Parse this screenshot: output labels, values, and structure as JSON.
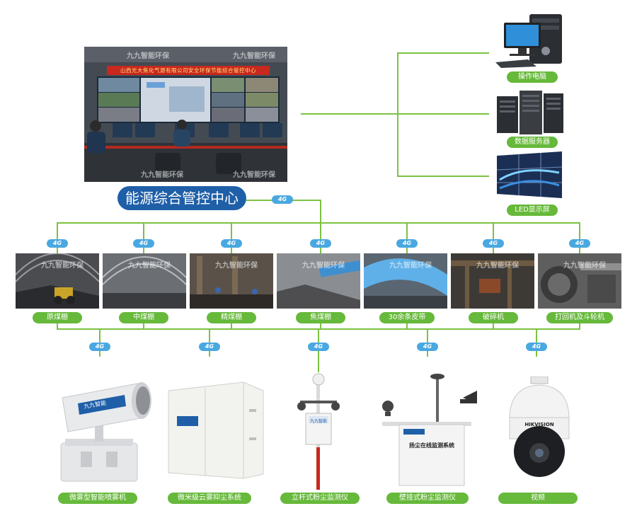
{
  "center": {
    "title": "能源综合管控中心",
    "banner": "山西光大焦化气源有限公司安全环保节能综合管控中心"
  },
  "watermark": "九九智能环保",
  "tag_4g": "4G",
  "devices_top": [
    {
      "label": "操作电脑",
      "icon": "desktop-computer-icon"
    },
    {
      "label": "数据服务器",
      "icon": "server-rack-icon"
    },
    {
      "label": "LED显示屏",
      "icon": "led-video-wall-icon"
    }
  ],
  "sites": [
    {
      "label": "原煤棚"
    },
    {
      "label": "中煤棚"
    },
    {
      "label": "精煤棚"
    },
    {
      "label": "焦煤棚"
    },
    {
      "label": "30余条皮带"
    },
    {
      "label": "破碎机"
    },
    {
      "label": "打回机及斗轮机"
    }
  ],
  "equipment": [
    {
      "label": "微雾型智能喷雾机",
      "icon": "mist-cannon-icon"
    },
    {
      "label": "微米级云雾抑尘系统",
      "icon": "cabinet-icon"
    },
    {
      "label": "立杆式粉尘监测仪",
      "icon": "pole-monitor-icon"
    },
    {
      "label": "壁挂式粉尘监测仪",
      "icon": "wall-monitor-icon"
    },
    {
      "label": "视频",
      "icon": "dome-camera-icon"
    }
  ],
  "equipment_text": {
    "wall_monitor_panel": "扬尘在线监测系统",
    "camera_brand": "HIKVISION",
    "pole_monitor_brand": "九九智能",
    "cannon_brand": "九九智能"
  },
  "colors": {
    "line": "#7cc242",
    "pill": "#66b93a",
    "title_bg": "#1f5fa8",
    "tag4g": "#4aa8e0"
  }
}
